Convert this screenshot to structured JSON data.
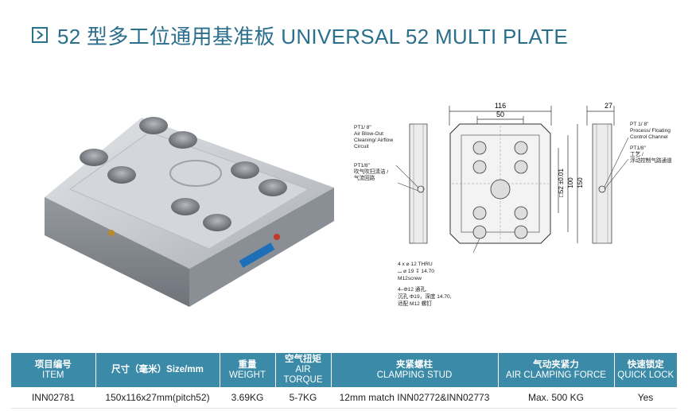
{
  "title": "52 型多工位通用基准板  UNIVERSAL 52 MULTI PLATE",
  "drawing": {
    "dim_width": "116",
    "dim_pitch": "50",
    "dim_side": "27",
    "dim_height": "150",
    "dim_height_inner": "100",
    "dim_pitch_v": "□52 ±0.01",
    "left_note_1": [
      "PT1/ 8\"",
      "Air Blow-Out",
      "Cleaning/ Airflow",
      "Circuit"
    ],
    "left_note_2": [
      "PT1/8\"",
      "吹气吹扫清洁 /",
      "气流回路"
    ],
    "right_note_1": [
      "PT 1/ 8\"",
      "Process/ Floating",
      "Control Channel"
    ],
    "right_note_2": [
      "PT1/8\"",
      "工艺 /",
      "浮动控制气路通道"
    ],
    "bottom_note_1": [
      "4 x ⌀ 12 THRU",
      "⌴ ⌀ 19 ↧ 14.70",
      "M12screw"
    ],
    "bottom_note_2": [
      "4–Φ12 通孔,",
      "沉孔 Φ19，深度 14.70,",
      "适配 M12 螺钉"
    ]
  },
  "table": {
    "headers": [
      {
        "cn": "项目编号",
        "en": "ITEM"
      },
      {
        "cn": "尺寸（毫米）Size/mm",
        "en": ""
      },
      {
        "cn": "重量",
        "en": "WEIGHT"
      },
      {
        "cn": "空气扭矩",
        "en": "AIR TORQUE"
      },
      {
        "cn": "夹紧螺柱",
        "en": "CLAMPING STUD"
      },
      {
        "cn": "气动夹紧力",
        "en": "AIR CLAMPING FORCE"
      },
      {
        "cn": "快速锁定",
        "en": "QUICK LOCK"
      }
    ],
    "rows": [
      [
        "INN02781",
        "150x116x27mm(pitch52)",
        "3.69KG",
        "5-7KG",
        "12mm match INN02772&INN02773",
        "Max. 500 KG",
        "Yes"
      ]
    ]
  },
  "colors": {
    "accent": "#2a6f8c",
    "table_header": "#3a8aa8"
  }
}
